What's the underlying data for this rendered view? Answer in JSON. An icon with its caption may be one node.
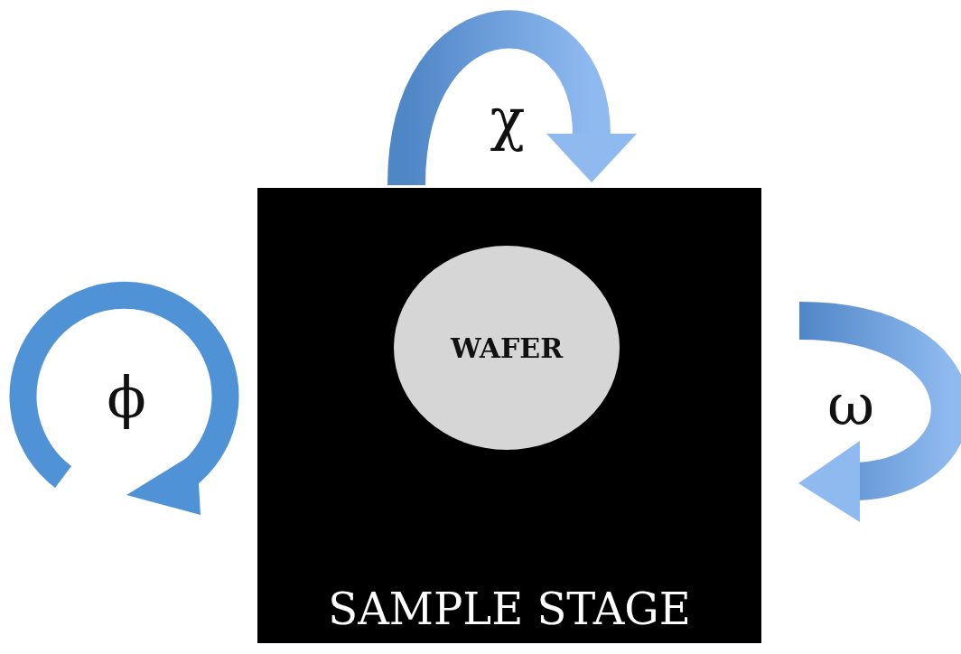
{
  "diagram": {
    "nodes": [
      {
        "text": [
          "SAMPLE STAGE"
        ]
      },
      {
        "text": [
          "WAFER"
        ],
        "in": 0
      }
    ],
    "labels": [
      "χ",
      "ϕ",
      "ω"
    ]
  }
}
